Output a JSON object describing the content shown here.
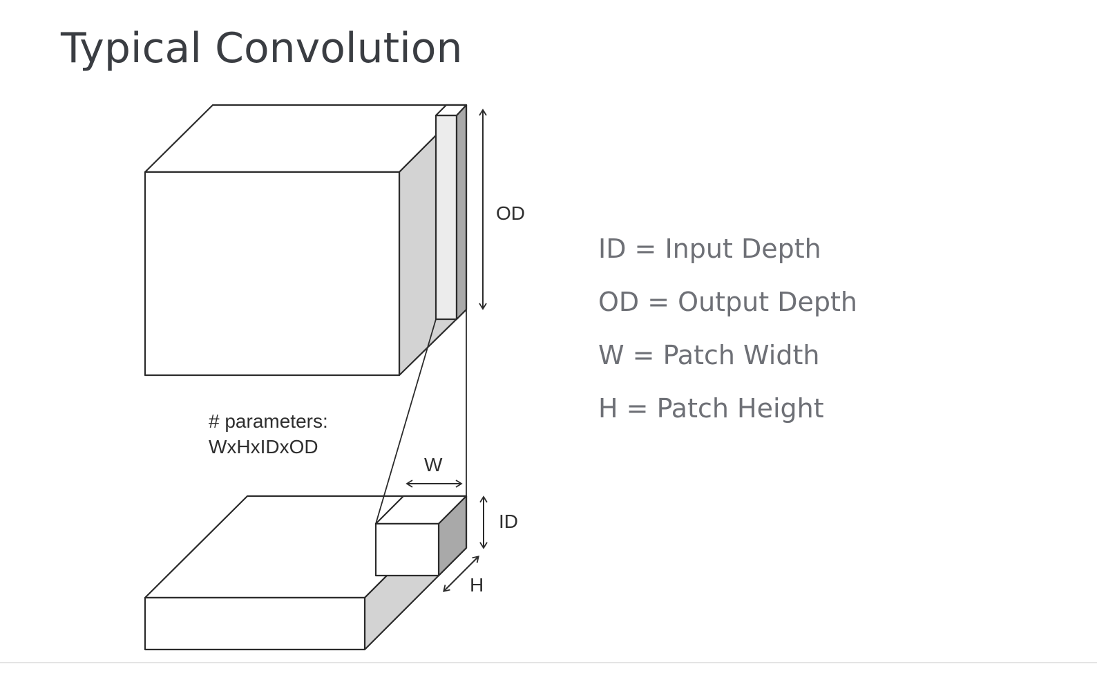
{
  "title": "Typical Convolution",
  "diagram": {
    "dimension_labels": {
      "output_depth": "OD",
      "patch_width": "W",
      "input_depth": "ID",
      "patch_height": "H"
    },
    "parameters_caption": {
      "line1": "# parameters:",
      "line2": "WxHxIDxOD"
    },
    "colors": {
      "stroke": "#2b2b2b",
      "face_front": "#ffffff",
      "face_side": "#d3d3d3",
      "face_dark": "#a9a9a9"
    }
  },
  "legend": [
    {
      "text": "ID = Input Depth"
    },
    {
      "text": "OD = Output Depth"
    },
    {
      "text": "W = Patch Width"
    },
    {
      "text": "H = Patch Height"
    }
  ]
}
